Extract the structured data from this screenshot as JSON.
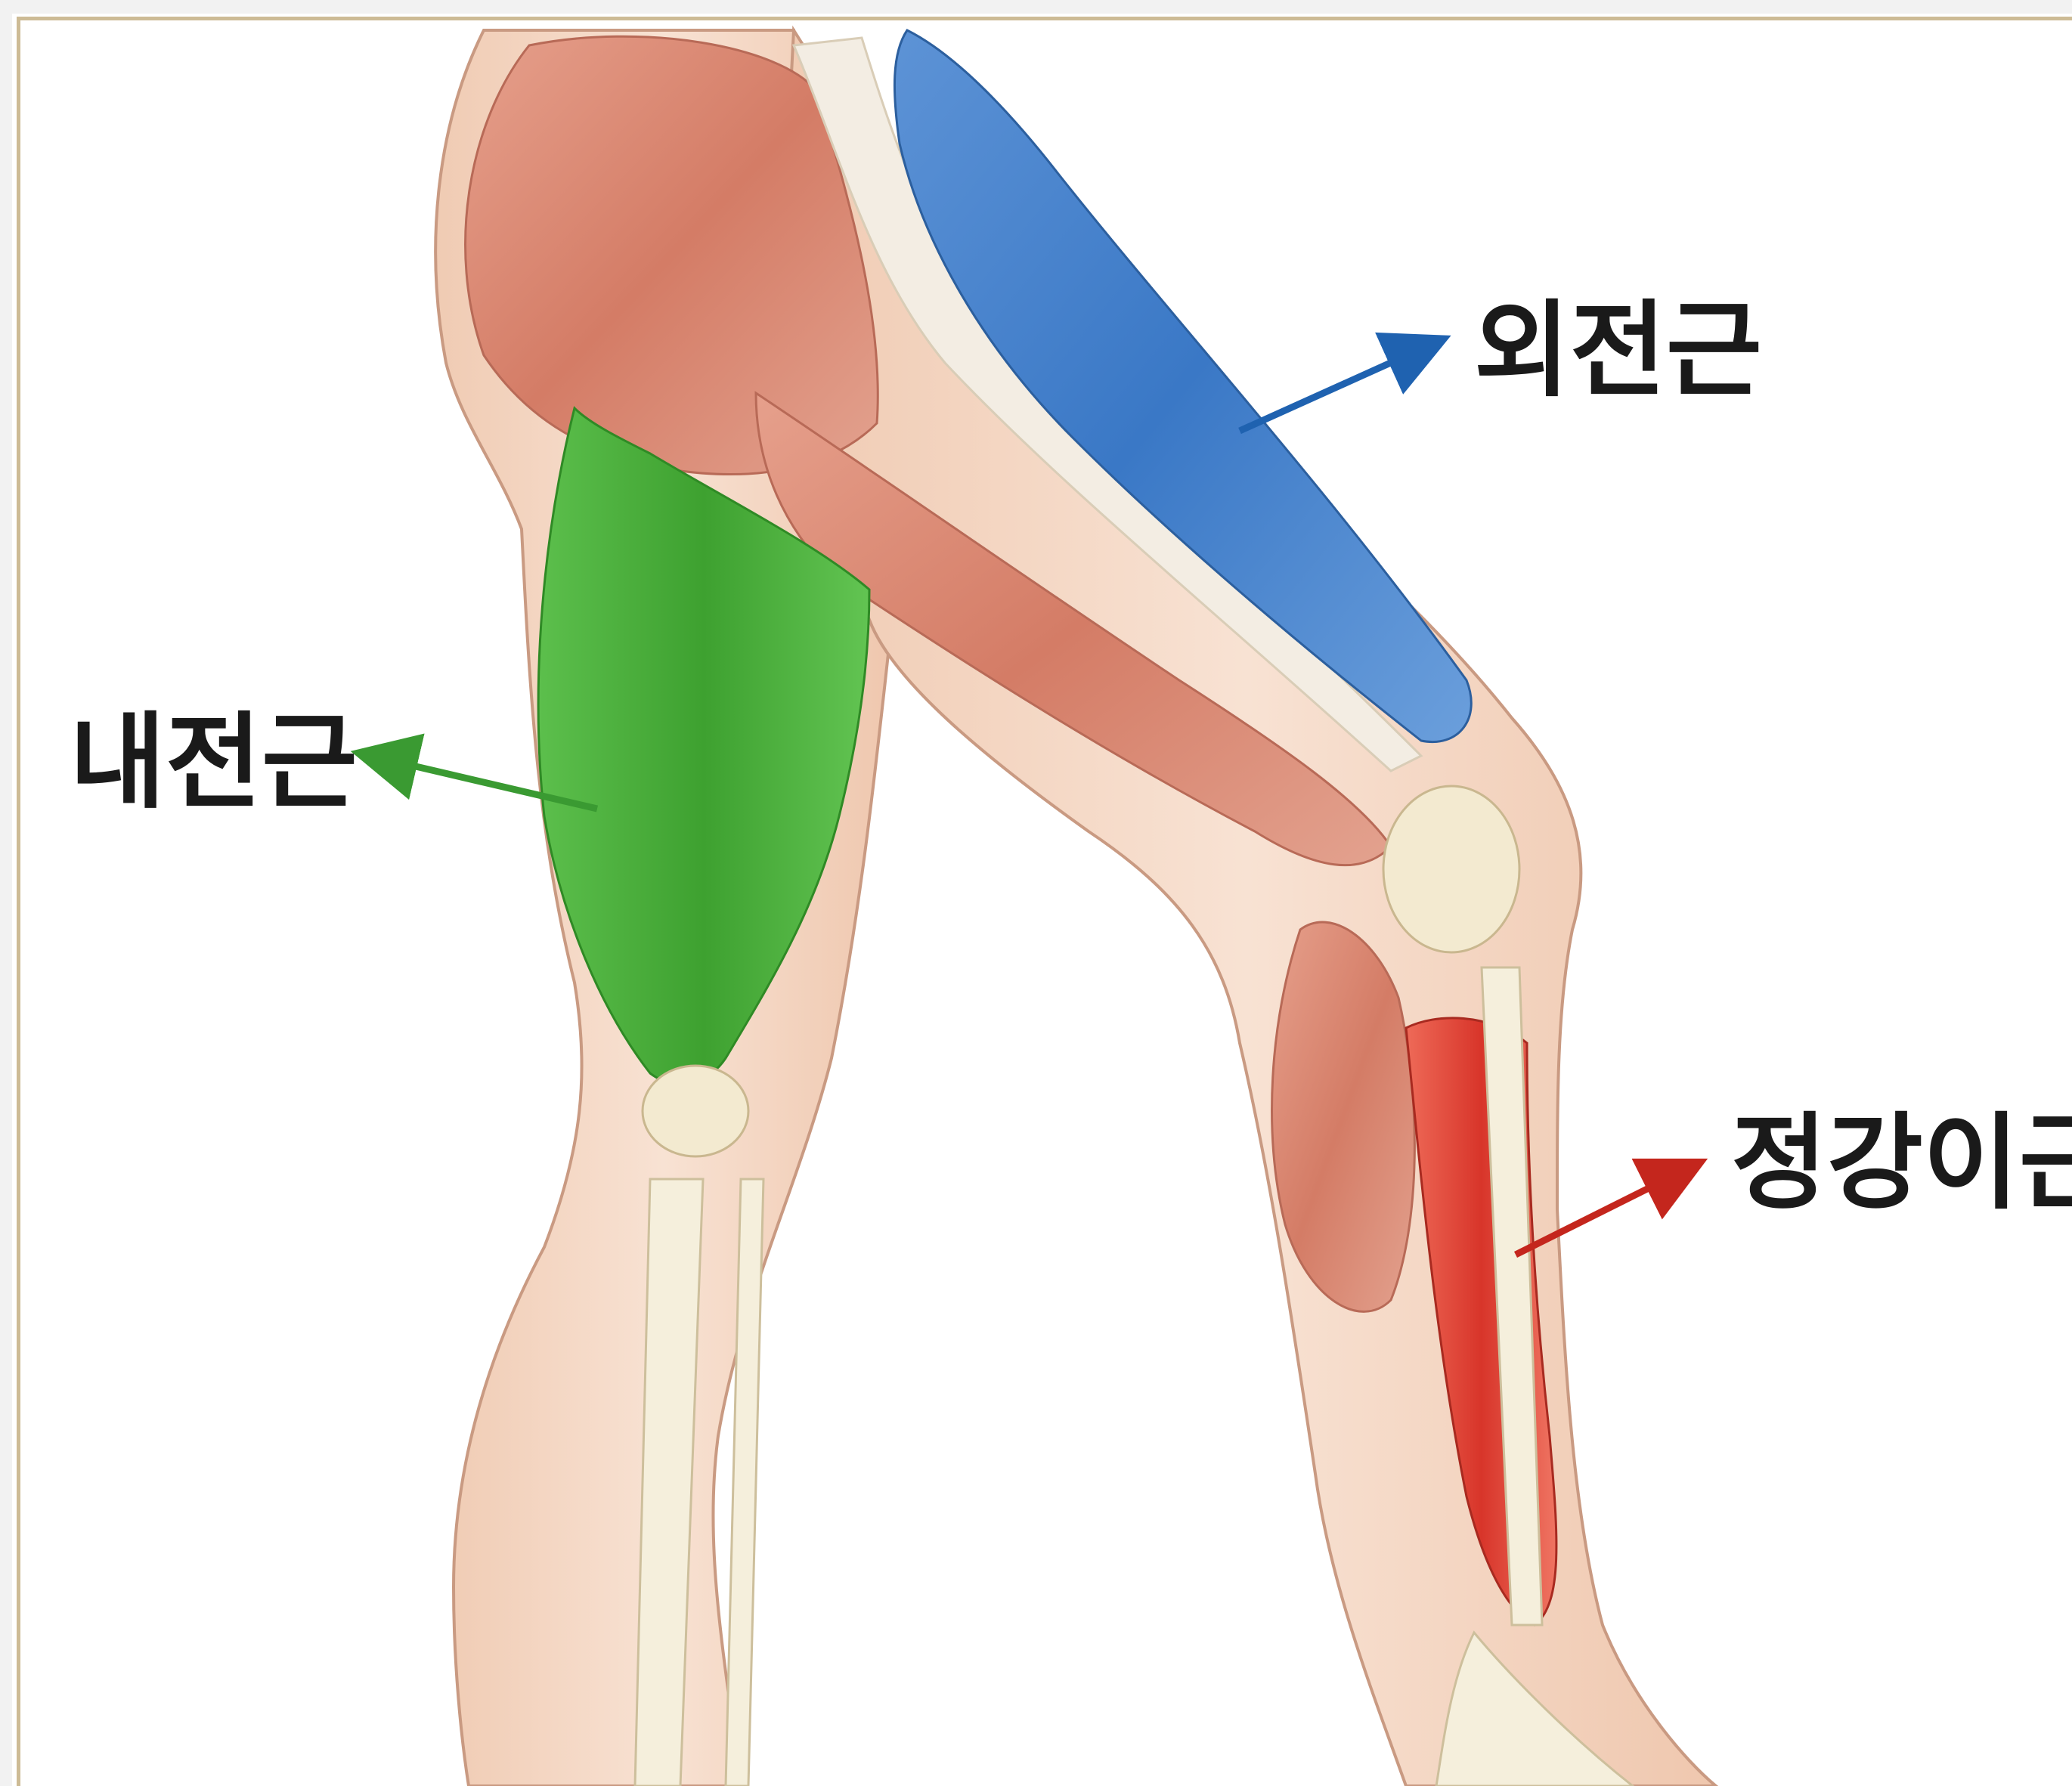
{
  "labels": {
    "abductor": "외전근",
    "adductor": "내전근",
    "hamstring": "정강이근"
  },
  "colors": {
    "abductor": "#3a78c6",
    "adductor": "#46a83a",
    "hamstring": "#d8352a",
    "muscle": "#d98a77",
    "skin": "#f4d6c2",
    "bone": "#f3ead0",
    "frame": "#cdbb95"
  }
}
